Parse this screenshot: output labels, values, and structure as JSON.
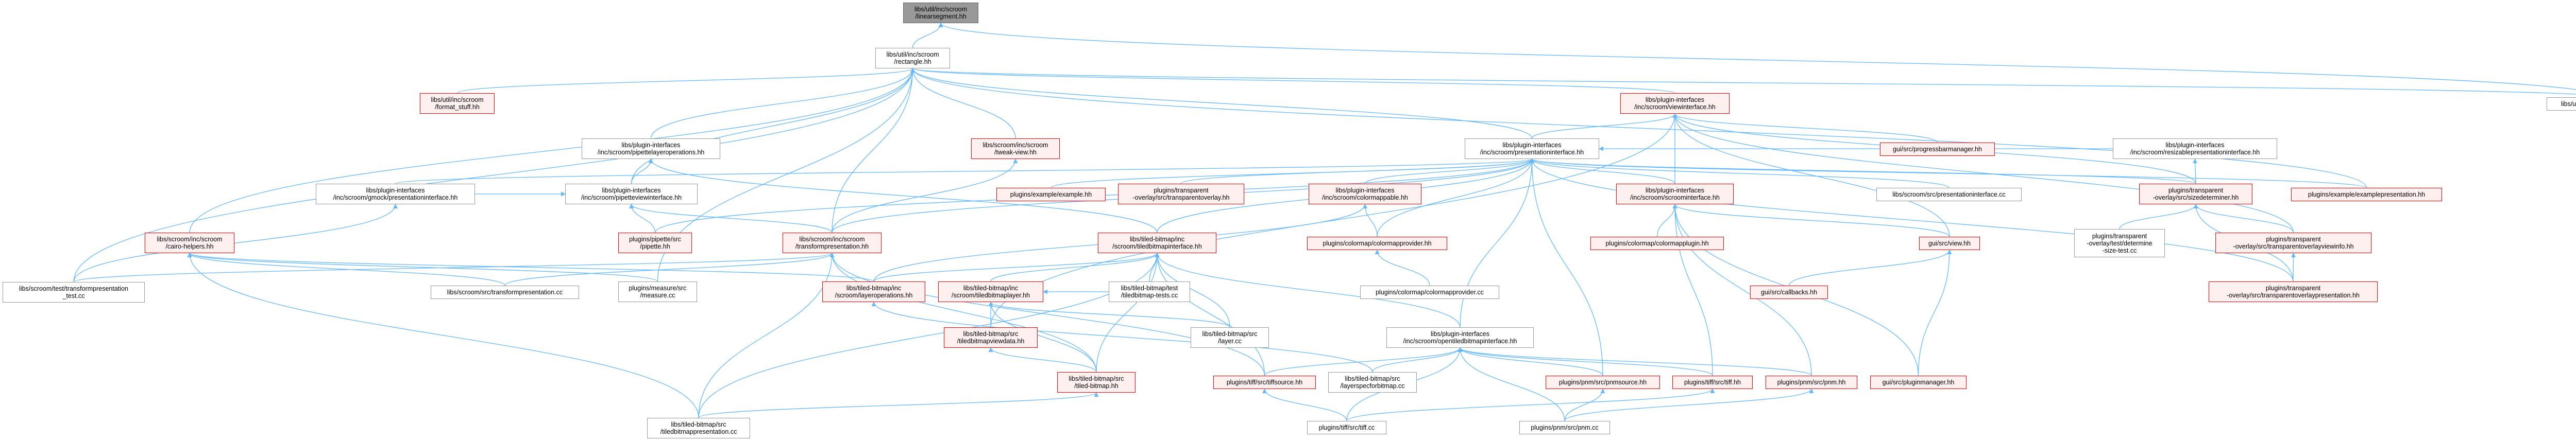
{
  "colors": {
    "edge": "#63b8ff",
    "highlight_border": "#ff0000",
    "highlight_fill": "#fff0f0",
    "root_fill": "#999999",
    "plain_border": "#666666"
  },
  "nodes": [
    {
      "id": "linearsegment",
      "label": "libs/util/inc/scroom\n/linearsegment.hh",
      "style": "root"
    },
    {
      "id": "rectangle",
      "label": "libs/util/inc/scroom\n/rectangle.hh",
      "style": "plain"
    },
    {
      "id": "format_stuff",
      "label": "libs/util/inc/scroom\n/format_stuff.hh",
      "style": "red"
    },
    {
      "id": "viewinterface",
      "label": "libs/plugin-interfaces\n/inc/scroom/viewinterface.hh",
      "style": "red"
    },
    {
      "id": "rectangletests",
      "label": "libs/util/test/rectangletests.cc",
      "style": "plain"
    },
    {
      "id": "pipettelayeroperations",
      "label": "libs/plugin-interfaces\n/inc/scroom/pipettelayeroperations.hh",
      "style": "plain"
    },
    {
      "id": "tweakview",
      "label": "libs/scroom/inc/scroom\n/tweak-view.hh",
      "style": "red"
    },
    {
      "id": "presentationinterface",
      "label": "libs/plugin-interfaces\n/inc/scroom/presentationinterface.hh",
      "style": "plain"
    },
    {
      "id": "progressbarmanager",
      "label": "gui/src/progressbarmanager.hh",
      "style": "red"
    },
    {
      "id": "resizable",
      "label": "libs/plugin-interfaces\n/inc/scroom/resizablepresentationinterface.hh",
      "style": "plain"
    },
    {
      "id": "gmock",
      "label": "libs/plugin-interfaces\n/inc/scroom/gmock/presentationinterface.hh",
      "style": "plain"
    },
    {
      "id": "pipetteviewinterface",
      "label": "libs/plugin-interfaces\n/inc/scroom/pipetteviewinterface.hh",
      "style": "plain"
    },
    {
      "id": "example",
      "label": "plugins/example/example.hh",
      "style": "red"
    },
    {
      "id": "transparentoverlay",
      "label": "plugins/transparent\n-overlay/src/transparentoverlay.hh",
      "style": "red"
    },
    {
      "id": "colormappable",
      "label": "libs/plugin-interfaces\n/inc/scroom/colormappable.hh",
      "style": "red"
    },
    {
      "id": "scroominterface",
      "label": "libs/plugin-interfaces\n/inc/scroom/scroominterface.hh",
      "style": "red"
    },
    {
      "id": "presentationinterface_cc",
      "label": "libs/scroom/src/presentationinterface.cc",
      "style": "plain"
    },
    {
      "id": "sizedeterminer",
      "label": "plugins/transparent\n-overlay/src/sizedeterminer.hh",
      "style": "red"
    },
    {
      "id": "examplepresentation",
      "label": "plugins/example/examplepresentation.hh",
      "style": "red"
    },
    {
      "id": "cairohelpers",
      "label": "libs/scroom/inc/scroom\n/cairo-helpers.hh",
      "style": "red"
    },
    {
      "id": "pipette",
      "label": "plugins/pipette/src\n/pipette.hh",
      "style": "red"
    },
    {
      "id": "transformpresentation",
      "label": "libs/scroom/inc/scroom\n/transformpresentation.hh",
      "style": "red"
    },
    {
      "id": "tiledbitmapinterface",
      "label": "libs/tiled-bitmap/inc\n/scroom/tiledbitmapinterface.hh",
      "style": "red"
    },
    {
      "id": "colormapprovider",
      "label": "plugins/colormap/colormapprovider.hh",
      "style": "red"
    },
    {
      "id": "colormapplugin",
      "label": "plugins/colormap/colormapplugin.hh",
      "style": "red"
    },
    {
      "id": "view",
      "label": "gui/src/view.hh",
      "style": "red"
    },
    {
      "id": "determinesizetest",
      "label": "plugins/transparent\n-overlay/test/determine\n-size-test.cc",
      "style": "plain"
    },
    {
      "id": "overlayviewinfo",
      "label": "plugins/transparent\n-overlay/src/transparentoverlayviewinfo.hh",
      "style": "red"
    },
    {
      "id": "transformpresentation_test",
      "label": "libs/scroom/test/transformpresentation\n_test.cc",
      "style": "plain"
    },
    {
      "id": "transformpresentation_cc",
      "label": "libs/scroom/src/transformpresentation.cc",
      "style": "plain"
    },
    {
      "id": "measure",
      "label": "plugins/measure/src\n/measure.cc",
      "style": "plain"
    },
    {
      "id": "layeroperations",
      "label": "libs/tiled-bitmap/inc\n/scroom/layeroperations.hh",
      "style": "red"
    },
    {
      "id": "tiledbitmaplayer",
      "label": "libs/tiled-bitmap/inc\n/scroom/tiledbitmaplayer.hh",
      "style": "red"
    },
    {
      "id": "tiledbitmaptests",
      "label": "libs/tiled-bitmap/test\n/tiledbitmap-tests.cc",
      "style": "plain"
    },
    {
      "id": "colormapprovider_cc",
      "label": "plugins/colormap/colormapprovider.cc",
      "style": "plain"
    },
    {
      "id": "callbacks",
      "label": "gui/src/callbacks.hh",
      "style": "red"
    },
    {
      "id": "overlaypresentation",
      "label": "plugins/transparent\n-overlay/src/transparentoverlaypresentation.hh",
      "style": "red"
    },
    {
      "id": "tiledbitmapviewdata",
      "label": "libs/tiled-bitmap/src\n/tiledbitmapviewdata.hh",
      "style": "red"
    },
    {
      "id": "layer_cc",
      "label": "libs/tiled-bitmap/src\n/layer.cc",
      "style": "plain"
    },
    {
      "id": "opentiledbitmapinterface",
      "label": "libs/plugin-interfaces\n/inc/scroom/opentiledbitmapinterface.hh",
      "style": "plain"
    },
    {
      "id": "tiledbitmap",
      "label": "libs/tiled-bitmap/src\n/tiled-bitmap.hh",
      "style": "red"
    },
    {
      "id": "tiffsource",
      "label": "plugins/tiff/src/tiffsource.hh",
      "style": "red"
    },
    {
      "id": "layerspecforbitmap",
      "label": "libs/tiled-bitmap/src\n/layerspecforbitmap.cc",
      "style": "plain"
    },
    {
      "id": "pnmsource",
      "label": "plugins/pnm/src/pnmsource.hh",
      "style": "red"
    },
    {
      "id": "tiff_hh",
      "label": "plugins/tiff/src/tiff.hh",
      "style": "red"
    },
    {
      "id": "pnm_hh",
      "label": "plugins/pnm/src/pnm.hh",
      "style": "red"
    },
    {
      "id": "pluginmanager",
      "label": "gui/src/pluginmanager.hh",
      "style": "red"
    },
    {
      "id": "tiledbitmappresentation",
      "label": "libs/tiled-bitmap/src\n/tiledbitmappresentation.cc",
      "style": "plain"
    },
    {
      "id": "tiff_cc",
      "label": "plugins/tiff/src/tiff.cc",
      "style": "plain"
    },
    {
      "id": "pnm_cc",
      "label": "plugins/pnm/src/pnm.cc",
      "style": "plain"
    }
  ],
  "edges": [
    [
      "rectangle",
      "linearsegment"
    ],
    [
      "rectangletests",
      "linearsegment"
    ],
    [
      "rectangletests",
      "rectangle"
    ],
    [
      "format_stuff",
      "rectangle"
    ],
    [
      "viewinterface",
      "rectangle"
    ],
    [
      "presentationinterface",
      "rectangle"
    ],
    [
      "presentationinterface",
      "viewinterface"
    ],
    [
      "scroominterface",
      "viewinterface"
    ],
    [
      "scroominterface",
      "presentationinterface"
    ],
    [
      "colormappable",
      "presentationinterface"
    ],
    [
      "sizedeterminer",
      "resizable"
    ],
    [
      "sizedeterminer",
      "presentationinterface"
    ],
    [
      "sizedeterminer",
      "viewinterface"
    ],
    [
      "resizable",
      "presentationinterface"
    ],
    [
      "examplepresentation",
      "presentationinterface"
    ],
    [
      "examplepresentation",
      "rectangle"
    ],
    [
      "tweakview",
      "rectangle"
    ],
    [
      "pipettelayeroperations",
      "rectangle"
    ],
    [
      "pipetteviewinterface",
      "pipettelayeroperations"
    ],
    [
      "pipetteviewinterface",
      "rectangle"
    ],
    [
      "gmock",
      "presentationinterface"
    ],
    [
      "gmock",
      "pipetteviewinterface"
    ],
    [
      "transformpresentation",
      "presentationinterface"
    ],
    [
      "transformpresentation",
      "pipetteviewinterface"
    ],
    [
      "transformpresentation",
      "tweakview"
    ],
    [
      "transformpresentation",
      "rectangle"
    ],
    [
      "cairohelpers",
      "rectangle"
    ],
    [
      "pipette",
      "pipetteviewinterface"
    ],
    [
      "pipette",
      "presentationinterface"
    ],
    [
      "example",
      "presentationinterface"
    ],
    [
      "transparentoverlay",
      "presentationinterface"
    ],
    [
      "tiledbitmapinterface",
      "presentationinterface"
    ],
    [
      "tiledbitmapinterface",
      "pipettelayeroperations"
    ],
    [
      "colormapprovider",
      "colormappable"
    ],
    [
      "colormapprovider",
      "presentationinterface"
    ],
    [
      "colormapplugin",
      "scroominterface"
    ],
    [
      "view",
      "scroominterface"
    ],
    [
      "view",
      "viewinterface"
    ],
    [
      "progressbarmanager",
      "viewinterface"
    ],
    [
      "presentationinterface_cc",
      "presentationinterface"
    ],
    [
      "determinesizetest",
      "sizedeterminer"
    ],
    [
      "overlayviewinfo",
      "sizedeterminer"
    ],
    [
      "overlayviewinfo",
      "viewinterface"
    ],
    [
      "overlaypresentation",
      "overlayviewinfo"
    ],
    [
      "overlaypresentation",
      "sizedeterminer"
    ],
    [
      "overlaypresentation",
      "presentationinterface"
    ],
    [
      "transformpresentation_test",
      "transformpresentation"
    ],
    [
      "transformpresentation_test",
      "rectangle"
    ],
    [
      "transformpresentation_test",
      "gmock"
    ],
    [
      "transformpresentation_cc",
      "transformpresentation"
    ],
    [
      "transformpresentation_cc",
      "cairohelpers"
    ],
    [
      "measure",
      "cairohelpers"
    ],
    [
      "measure",
      "rectangle"
    ],
    [
      "layeroperations",
      "tiledbitmapinterface"
    ],
    [
      "layeroperations",
      "colormappable"
    ],
    [
      "layeroperations",
      "cairohelpers"
    ],
    [
      "tiledbitmaplayer",
      "tiledbitmapinterface"
    ],
    [
      "tiledbitmaptests",
      "tiledbitmapinterface"
    ],
    [
      "tiledbitmaptests",
      "tiledbitmaplayer"
    ],
    [
      "colormapprovider_cc",
      "colormapprovider"
    ],
    [
      "callbacks",
      "view"
    ],
    [
      "tiledbitmapviewdata",
      "tiledbitmaplayer"
    ],
    [
      "tiledbitmapviewdata",
      "viewinterface"
    ],
    [
      "layer_cc",
      "tiledbitmaplayer"
    ],
    [
      "layer_cc",
      "tiledbitmapinterface"
    ],
    [
      "opentiledbitmapinterface",
      "tiledbitmapinterface"
    ],
    [
      "opentiledbitmapinterface",
      "presentationinterface"
    ],
    [
      "tiledbitmap",
      "tiledbitmapviewdata"
    ],
    [
      "tiledbitmap",
      "tiledbitmaplayer"
    ],
    [
      "tiledbitmap",
      "tiledbitmapinterface"
    ],
    [
      "tiledbitmap",
      "transformpresentation"
    ],
    [
      "tiffsource",
      "opentiledbitmapinterface"
    ],
    [
      "tiffsource",
      "tiledbitmapinterface"
    ],
    [
      "tiffsource",
      "transformpresentation"
    ],
    [
      "layerspecforbitmap",
      "opentiledbitmapinterface"
    ],
    [
      "layerspecforbitmap",
      "layeroperations"
    ],
    [
      "pnmsource",
      "opentiledbitmapinterface"
    ],
    [
      "pnmsource",
      "presentationinterface"
    ],
    [
      "tiff_hh",
      "opentiledbitmapinterface"
    ],
    [
      "tiff_hh",
      "scroominterface"
    ],
    [
      "pnm_hh",
      "scroominterface"
    ],
    [
      "pnm_hh",
      "opentiledbitmapinterface"
    ],
    [
      "pluginmanager",
      "scroominterface"
    ],
    [
      "pluginmanager",
      "view"
    ],
    [
      "tiledbitmappresentation",
      "tiledbitmap"
    ],
    [
      "tiledbitmappresentation",
      "cairohelpers"
    ],
    [
      "tiledbitmappresentation",
      "transformpresentation"
    ],
    [
      "tiledbitmappresentation",
      "tiledbitmapinterface"
    ],
    [
      "tiff_cc",
      "tiffsource"
    ],
    [
      "tiff_cc",
      "tiff_hh"
    ],
    [
      "tiff_cc",
      "opentiledbitmapinterface"
    ],
    [
      "pnm_cc",
      "pnmsource"
    ],
    [
      "pnm_cc",
      "pnm_hh"
    ],
    [
      "pnm_cc",
      "opentiledbitmapinterface"
    ]
  ]
}
